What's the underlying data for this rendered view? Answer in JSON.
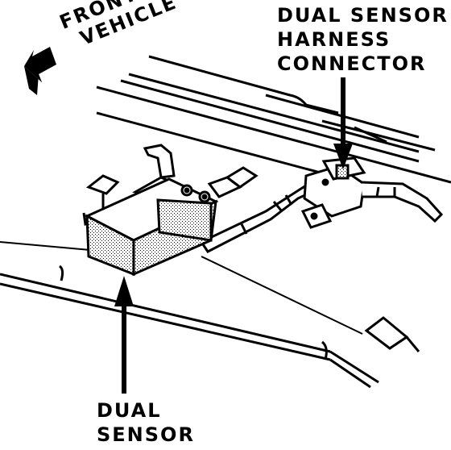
{
  "labels": {
    "front_line1": "FRONT OF",
    "front_line2": "VEHICLE",
    "connector_line1": "DUAL SENSOR",
    "connector_line2": "HARNESS",
    "connector_line3": "CONNECTOR",
    "sensor_line1": "DUAL",
    "sensor_line2": "SENSOR"
  },
  "colors": {
    "ink": "#000000",
    "paper": "#ffffff"
  }
}
